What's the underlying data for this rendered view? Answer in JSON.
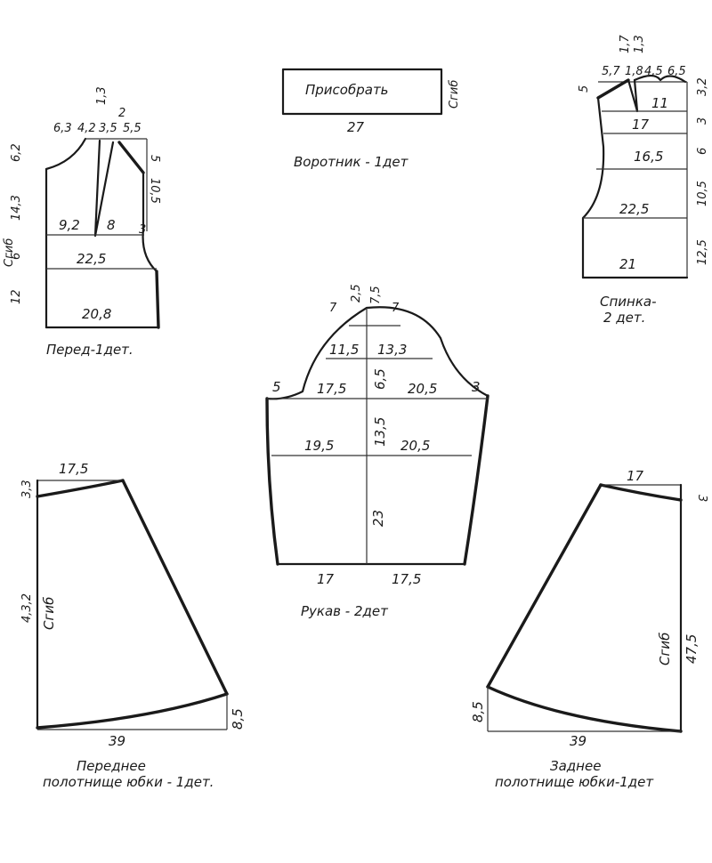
{
  "collar": {
    "inner_label": "Присобрать",
    "fold_label": "Сгиб",
    "width": "27",
    "caption": "Воротник - 1дет"
  },
  "front": {
    "caption": "Перед-1дет.",
    "fold_label": "Сгиб",
    "top_dims": [
      "6,3",
      "4,2",
      "3,5",
      "5,5"
    ],
    "dart_dims": [
      "1,3",
      "2"
    ],
    "left_dims": [
      "6,2",
      "14,3",
      "6",
      "12"
    ],
    "right_dims": [
      "5",
      "10,5",
      "3"
    ],
    "h_dims": [
      "9,2",
      "8",
      "22,5",
      "20,8"
    ]
  },
  "back": {
    "caption_line1": "Спинка-",
    "caption_line2": "2 дет.",
    "top_dims": [
      "5,7",
      "1,8",
      "4,5",
      "6,5"
    ],
    "dart_dims": [
      "1,7",
      "1,3"
    ],
    "left_dims": [
      "5"
    ],
    "right_dims": [
      "3,2",
      "3",
      "6",
      "10,5",
      "12,5"
    ],
    "h_dims": [
      "11",
      "17",
      "16,5",
      "22,5",
      "21"
    ]
  },
  "sleeve": {
    "caption": "Рукав - 2дет",
    "cap_top_dims": [
      "7",
      "2,5",
      "7,5",
      "7"
    ],
    "row1": [
      "11,5",
      "13,3"
    ],
    "row2": [
      "17,5",
      "6,5",
      "20,5"
    ],
    "side_dims": [
      "5",
      "3"
    ],
    "row3": [
      "19,5",
      "13,5",
      "20,5"
    ],
    "vertical_dim": "23",
    "bottom_dims": [
      "17",
      "17,5"
    ]
  },
  "front_skirt": {
    "caption_line1": "Переднее",
    "caption_line2": "полотнище юбки - 1дет.",
    "fold_label": "Сгиб",
    "top_dim": "17,5",
    "left_dims": [
      "3,3",
      "4,3,2"
    ],
    "bottom_dim": "39",
    "right_dim": "8,5"
  },
  "back_skirt": {
    "caption_line1": "Заднее",
    "caption_line2": "полотнище юбки-1дет",
    "fold_label": "Сгиб",
    "top_dim": "17",
    "right_dims": [
      "3",
      "47,5"
    ],
    "bottom_dim": "39",
    "left_dim": "8,5"
  }
}
